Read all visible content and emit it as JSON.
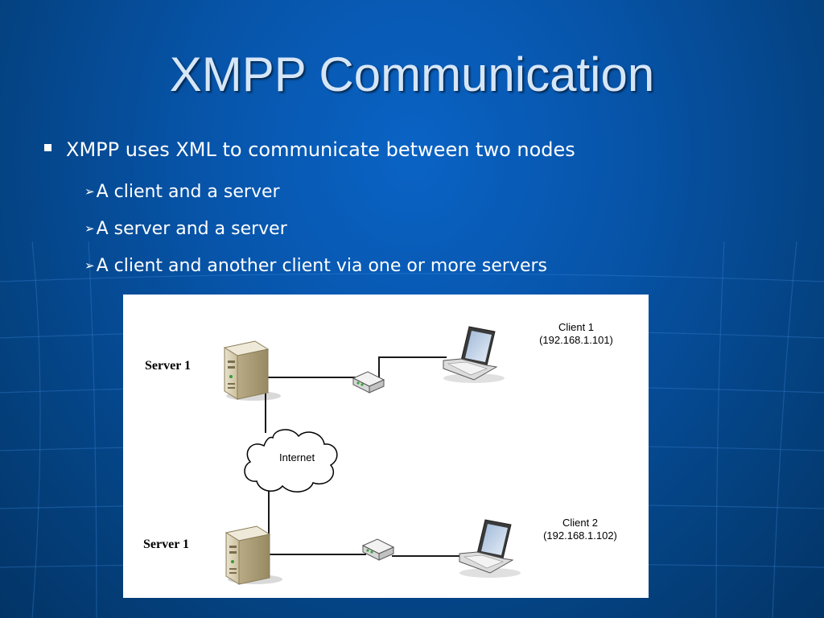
{
  "slide": {
    "title": "XMPP Communication",
    "bullet": "XMPP uses XML to communicate between two nodes",
    "sub_arrow_glyph": "➢",
    "sub_items": [
      "A client and a server",
      "A server and a server",
      "A client and another client via one or more servers"
    ]
  },
  "diagram": {
    "server_top_label": "Server 1",
    "server_bottom_label": "Server 1",
    "internet_label": "Internet",
    "client1_name": "Client 1",
    "client1_ip": "(192.168.1.101)",
    "client2_name": "Client 2",
    "client2_ip": "(192.168.1.102)"
  },
  "colors": {
    "background": "#0755ab",
    "title": "#d6e6f7",
    "text": "#ffffff"
  }
}
